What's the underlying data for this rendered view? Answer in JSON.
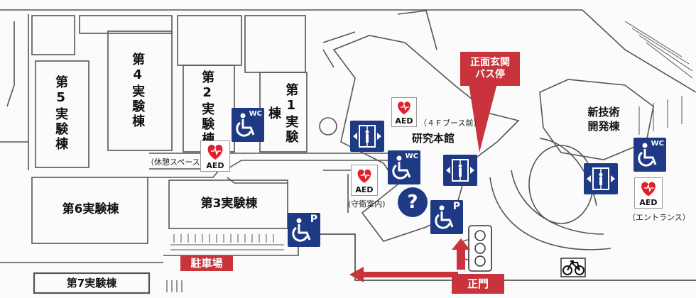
{
  "buildings": {
    "b5": "第5実験棟",
    "b4": "第4実験棟",
    "b2": "第2実験棟",
    "b1": "第1実験棟",
    "b6": "第6実験棟",
    "b3": "第3実験棟",
    "b7": "第7実験棟",
    "main": "研究本館",
    "newdev": "新技術\n開発棟"
  },
  "labels": {
    "rest_space": "（休憩スペース）",
    "booth": "（４Ｆブース前）",
    "guard": "(守衛室内)",
    "entrance": "（エントランス）"
  },
  "tags": {
    "bus_stop": "正面玄関\nバス停",
    "parking": "駐車場",
    "main_gate": "正門"
  },
  "icons": {
    "aed_text": "AED",
    "wc_text": "WC",
    "parking_text": "P",
    "info_text": "?"
  },
  "colors": {
    "sign_blue": "#1f3a84",
    "tag_red": "#c8333c",
    "aed_red": "#e0202a"
  }
}
